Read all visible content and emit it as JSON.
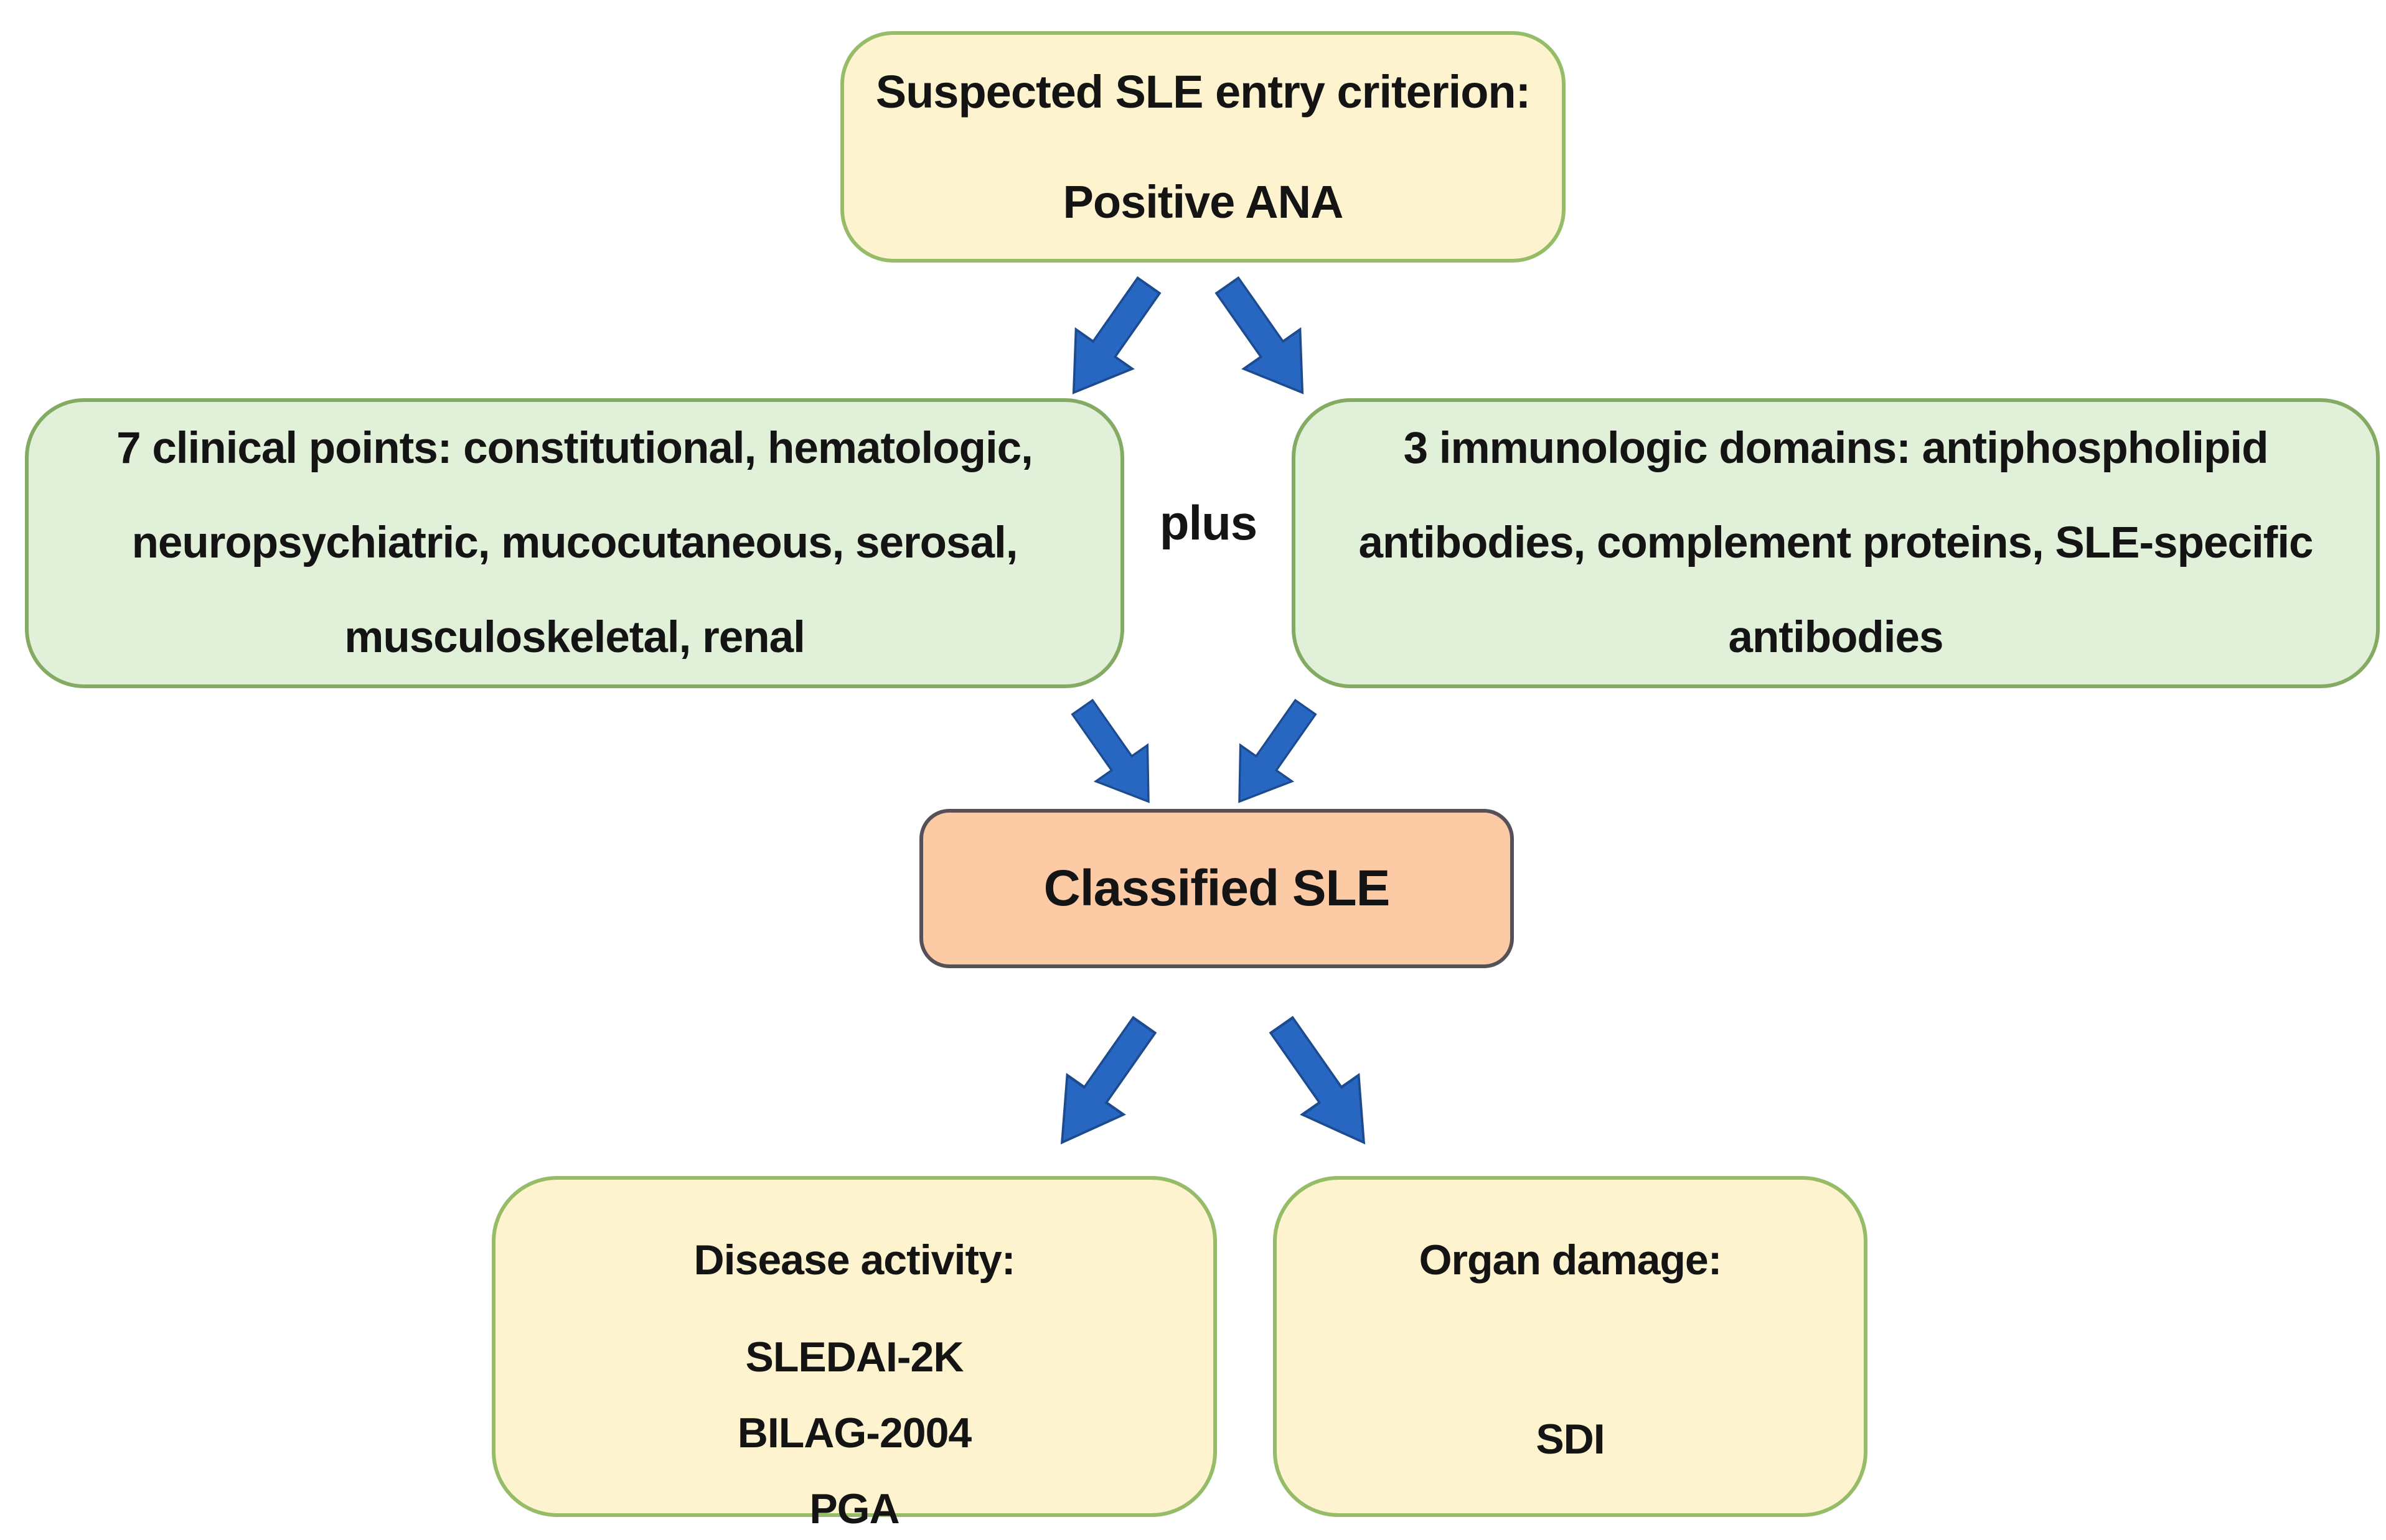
{
  "entry": {
    "lines": [
      "Suspected SLE entry criterion:",
      "Positive ANA"
    ]
  },
  "clinical": {
    "lines": [
      "7 clinical points: constitutional, hematologic,",
      "neuropsychiatric, mucocutaneous, serosal,",
      "musculoskeletal, renal"
    ]
  },
  "plus_label": "plus",
  "immunologic": {
    "lines": [
      "3 immunologic domains: antiphospholipid",
      "antibodies, complement proteins, SLE-specific",
      "antibodies"
    ]
  },
  "classified": {
    "label": "Classified SLE"
  },
  "disease_activity": {
    "heading": "Disease activity:",
    "items": [
      "SLEDAI-2K",
      "BILAG-2004",
      "PGA"
    ]
  },
  "organ_damage": {
    "heading": "Organ damage:",
    "items": [
      "SDI"
    ]
  },
  "colors": {
    "box_cream": "#FDF3CF",
    "box_cream_border": "#97BC68",
    "box_green": "#E1F0D8",
    "box_green_border": "#84AB63",
    "box_orange": "#FCCBA6",
    "box_orange_border": "#565058",
    "arrow_blue": "#2767C1",
    "arrow_outline": "#1C4B8F",
    "text": "#141414"
  }
}
